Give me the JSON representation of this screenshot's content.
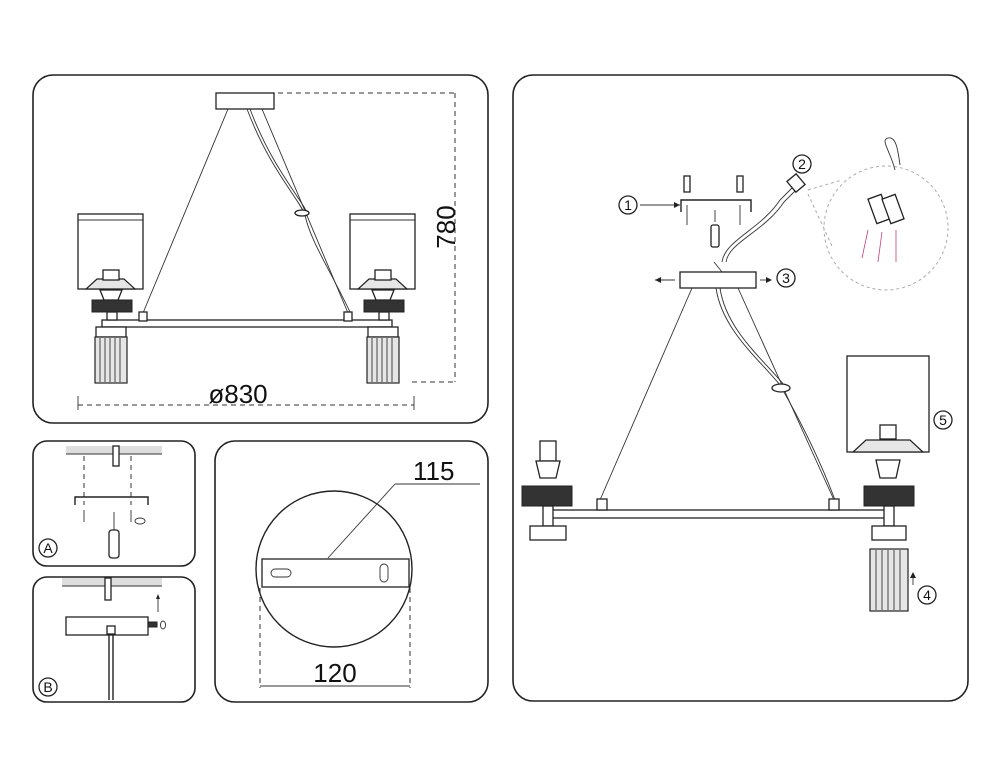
{
  "dimensions": {
    "height": "780",
    "diameter": "ø830",
    "canopy_length": "115",
    "canopy_width": "120"
  },
  "step_labels": {
    "a": "A",
    "b": "B"
  },
  "callouts": [
    "1",
    "2",
    "3",
    "4",
    "5"
  ],
  "colors": {
    "line": "#222222",
    "wire_highlight": "#c0407a"
  }
}
